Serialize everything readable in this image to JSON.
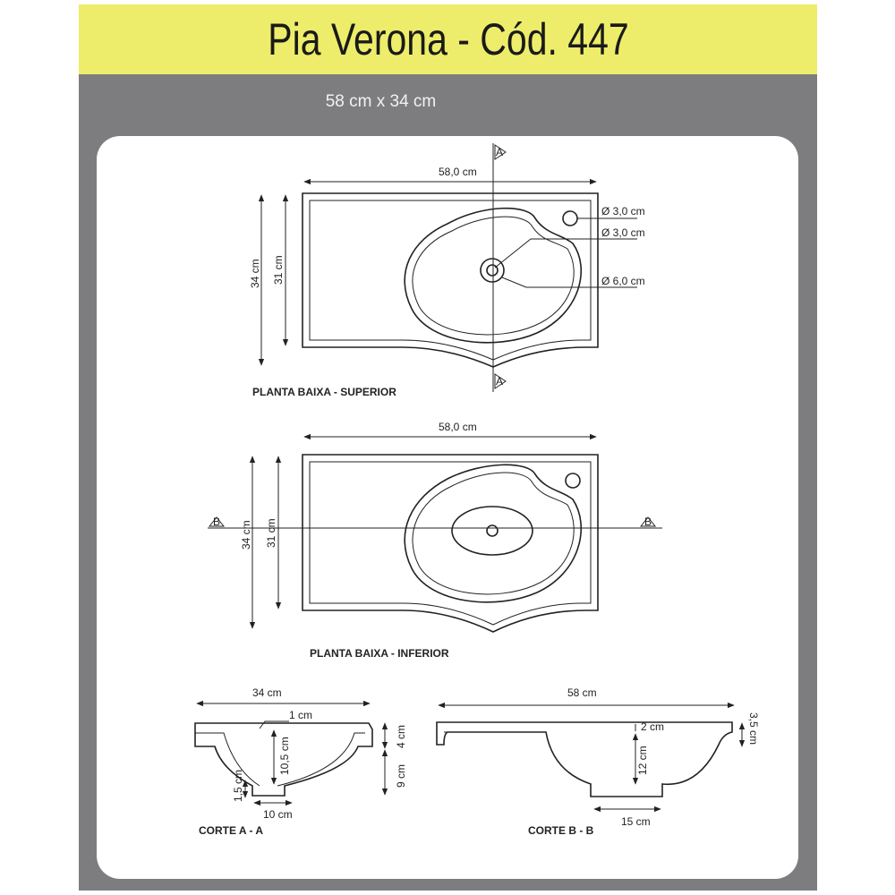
{
  "header": {
    "title": "Pia Verona - Cód. 447"
  },
  "subtitle": "58 cm x 34 cm",
  "colors": {
    "header_bg": "#eded6b",
    "panel_bg": "#7d7d80",
    "card_bg": "#ffffff"
  },
  "top_view": {
    "label": "PLANTA BAIXA  - SUPERIOR",
    "width": "58,0 cm",
    "depth_outer": "34 cm",
    "depth_inner": "31 cm",
    "faucet_hole": "Ø 3,0 cm",
    "drain_inner": "Ø 3,0 cm",
    "drain_outer": "Ø 6,0 cm",
    "section_marker": "A"
  },
  "bottom_view": {
    "label": "PLANTA BAIXA  - INFERIOR",
    "width": "58,0 cm",
    "depth_outer": "34 cm",
    "depth_inner": "31 cm",
    "section_marker": "B"
  },
  "section_a": {
    "label": "CORTE A - A",
    "width": "34 cm",
    "rim": "1 cm",
    "depth": "10,5 cm",
    "top_height": "4 cm",
    "bowl_height": "9 cm",
    "base_height": "1,5 cm",
    "base_width": "10 cm"
  },
  "section_b": {
    "label": "CORTE B - B",
    "width": "58 cm",
    "rim": "2 cm",
    "depth": "12 cm",
    "edge_height": "3,5 cm",
    "base_width": "15 cm"
  }
}
